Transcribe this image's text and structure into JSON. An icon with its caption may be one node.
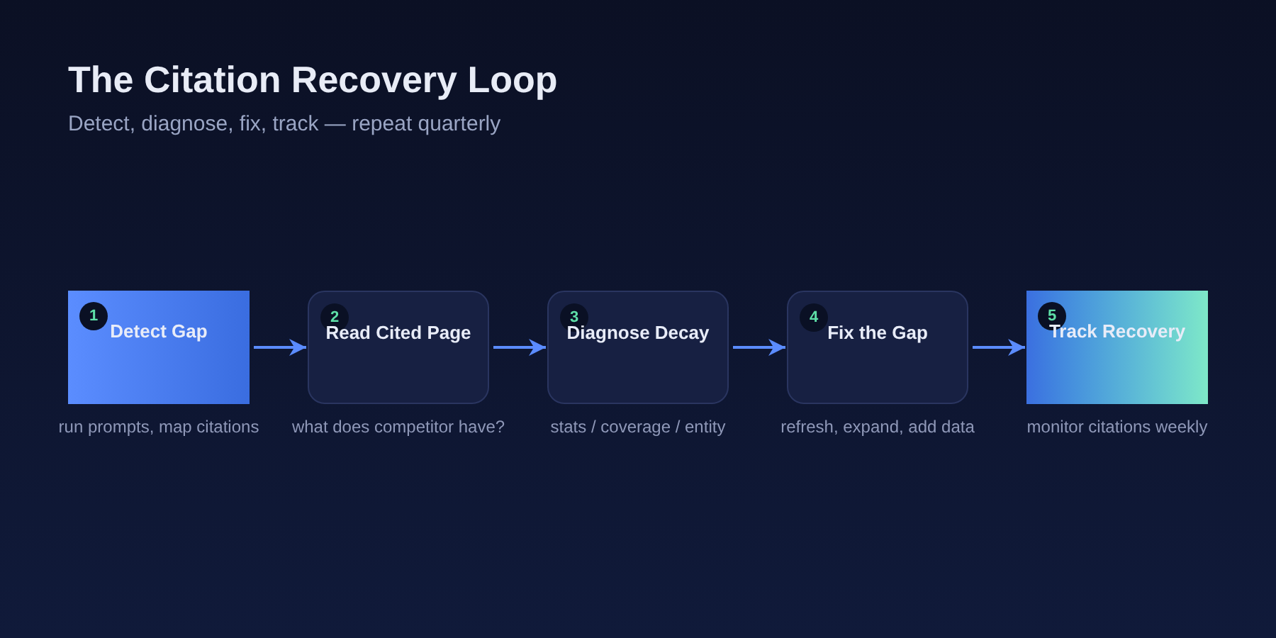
{
  "diagram": {
    "title": "The Citation Recovery Loop",
    "nodes": [
      {
        "text": [
          "1",
          "Detect Gap"
        ],
        "beside": [
          "run prompts, map citations"
        ]
      },
      {
        "text": [
          "2",
          "Read Cited Page"
        ],
        "beside": [
          "what does competitor have?"
        ]
      },
      {
        "text": [
          "3",
          "Diagnose Decay"
        ],
        "beside": [
          "stats / coverage / entity"
        ]
      },
      {
        "text": [
          "4",
          "Fix the Gap"
        ],
        "beside": [
          "refresh, expand, add data"
        ]
      },
      {
        "text": [
          "5",
          "Track Recovery"
        ],
        "beside": [
          "monitor citations weekly"
        ]
      }
    ],
    "edges": [
      {
        "from": 0,
        "to": 1,
        "arrow": "to"
      },
      {
        "from": 1,
        "to": 2,
        "arrow": "to"
      },
      {
        "from": 2,
        "to": 3,
        "arrow": "to"
      },
      {
        "from": 3,
        "to": 4,
        "arrow": "to"
      }
    ],
    "labels": [
      "Detect, diagnose, fix, track — repeat quarterly"
    ]
  }
}
